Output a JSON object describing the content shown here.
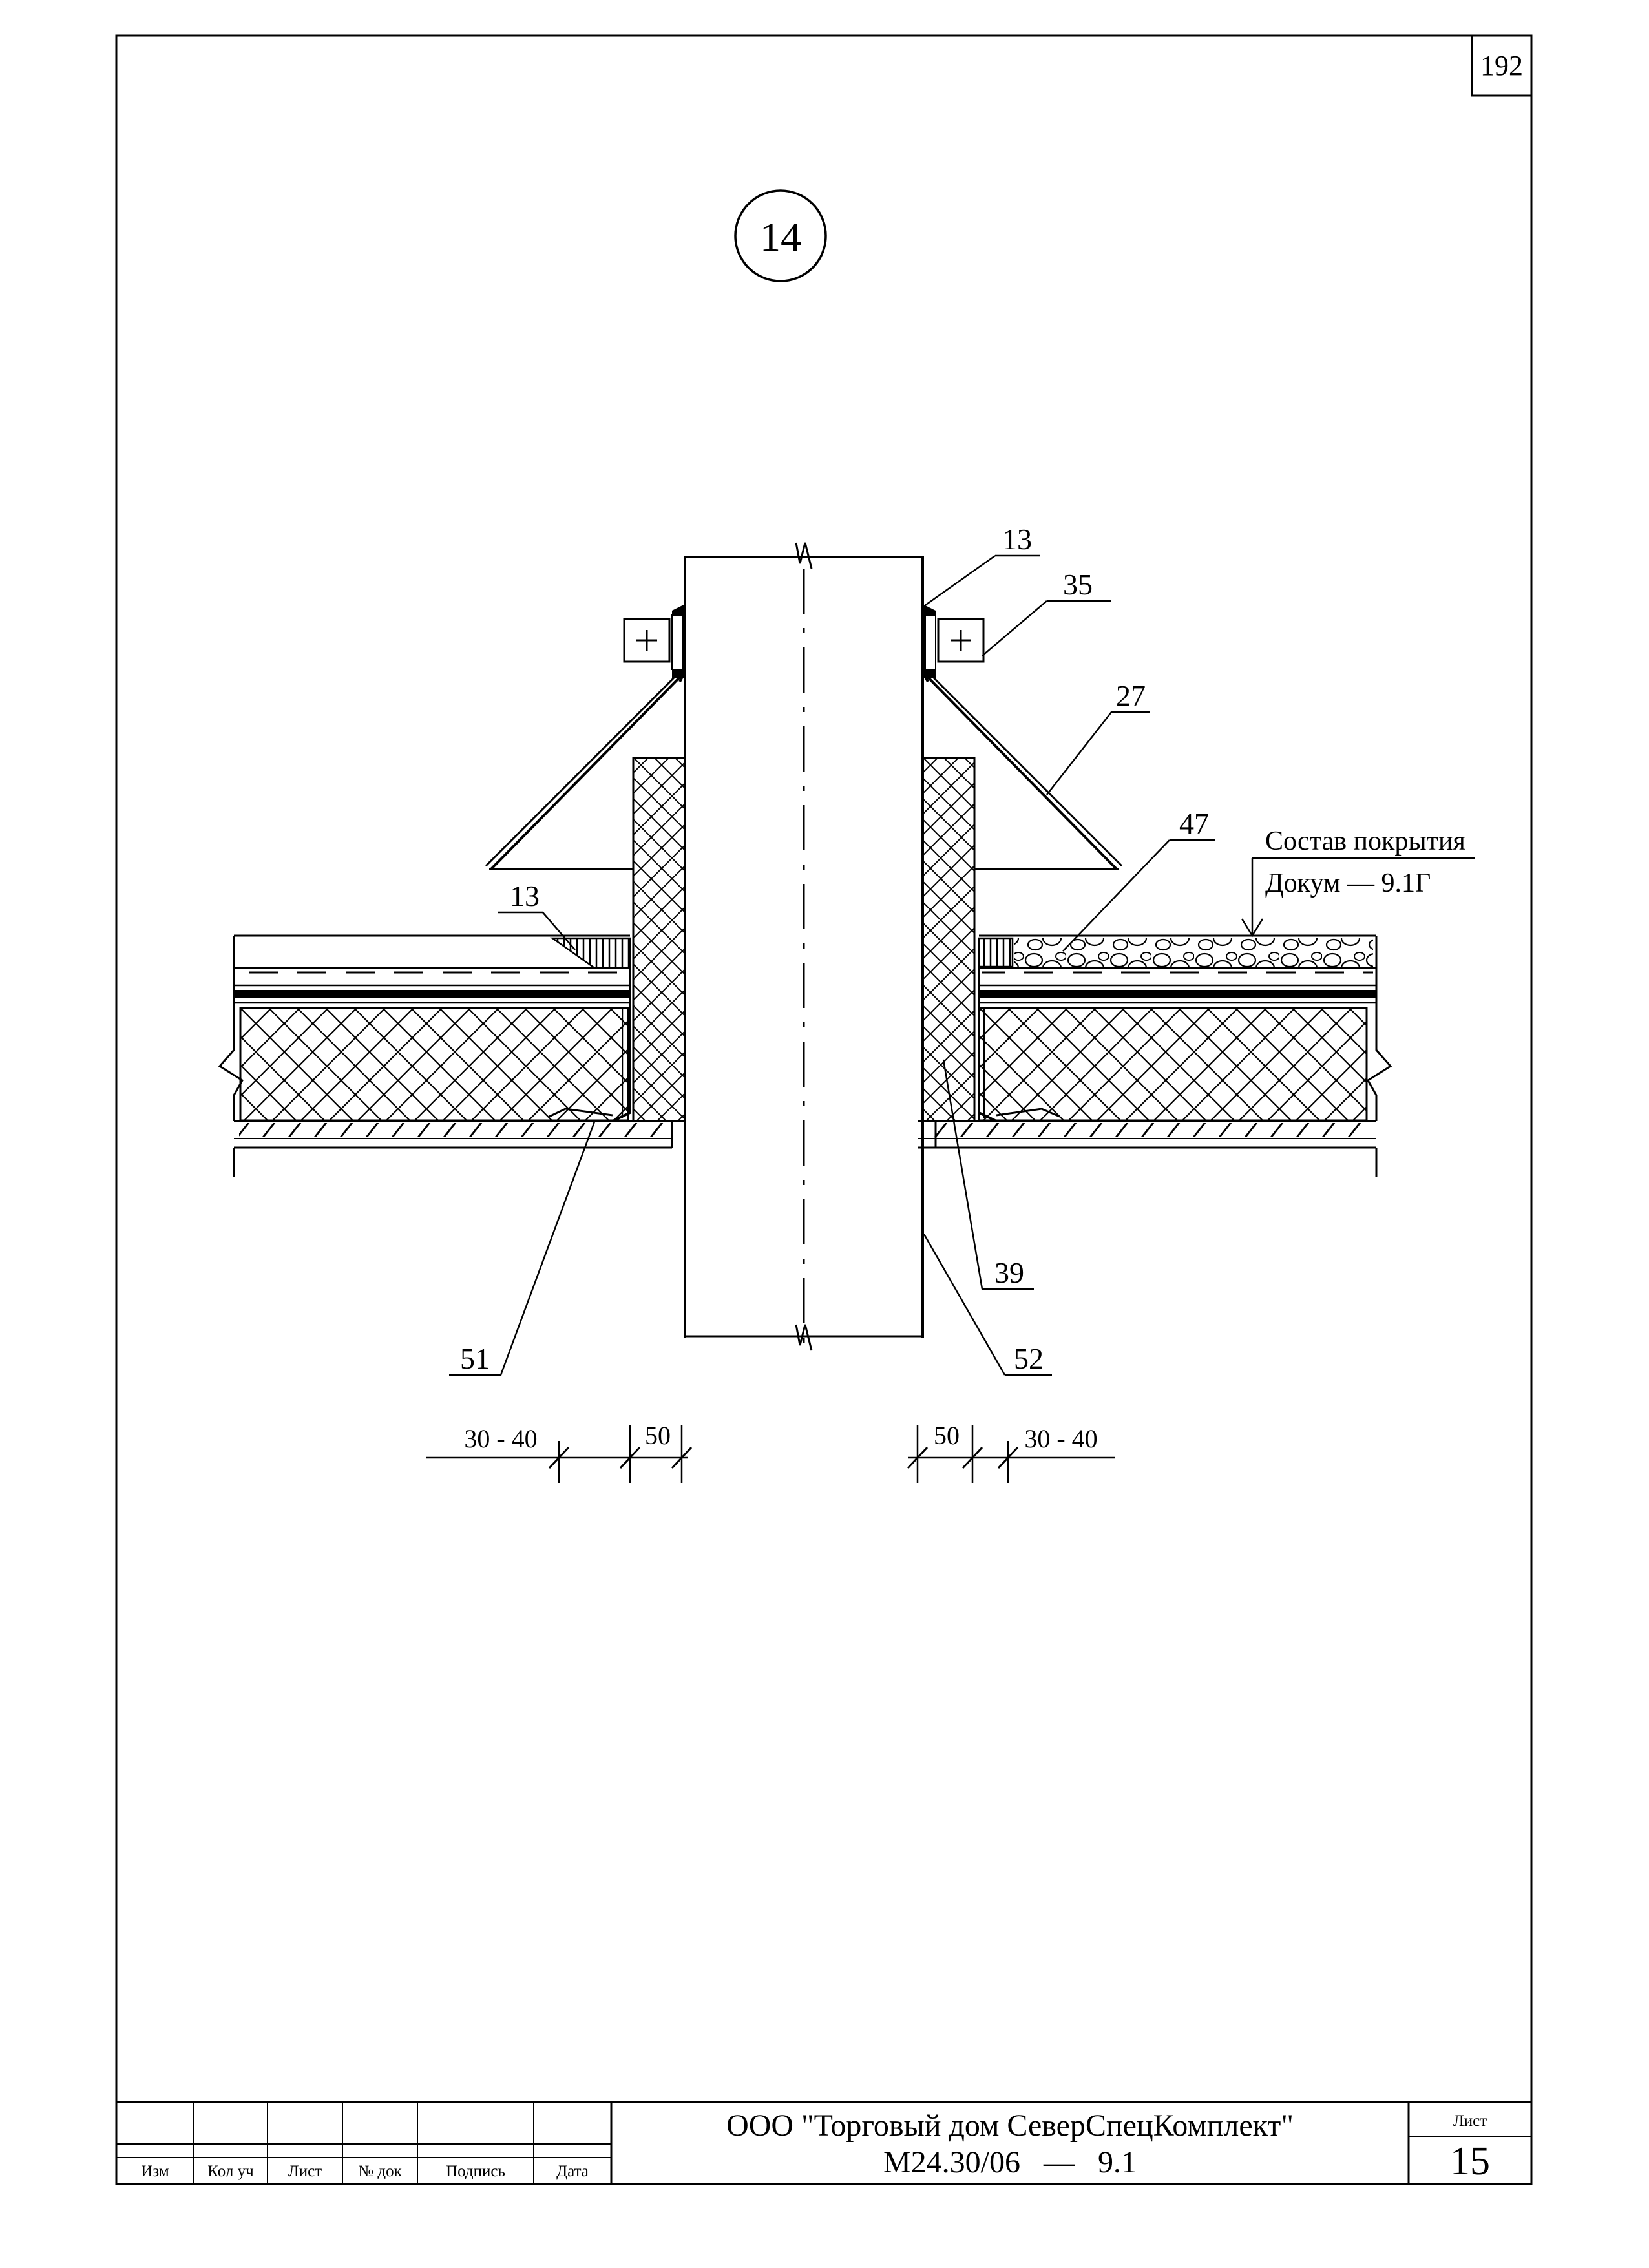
{
  "page_number": "192",
  "detail_number": "14",
  "labels": {
    "l13_top": "13",
    "l35": "35",
    "l27": "27",
    "l47": "47",
    "l13_left": "13",
    "l51": "51",
    "l39": "39",
    "l52": "52"
  },
  "note": {
    "line1": "Состав покрытия",
    "line2": "Докум — 9.1Г"
  },
  "dimensions": {
    "left_gap": "30 - 40",
    "left_width": "50",
    "right_width": "50",
    "right_gap": "30 - 40"
  },
  "title_block": {
    "col_izm": "Изм",
    "col_kol": "Кол уч",
    "col_list": "Лист",
    "col_doc": "№ док",
    "col_sign": "Подпись",
    "col_date": "Дата",
    "organization": "ООО \"Торговый дом СеверСпецКомплект\"",
    "doc_code": "М24.30/06   —   9.1",
    "sheet_label": "Лист",
    "sheet_number": "15"
  }
}
